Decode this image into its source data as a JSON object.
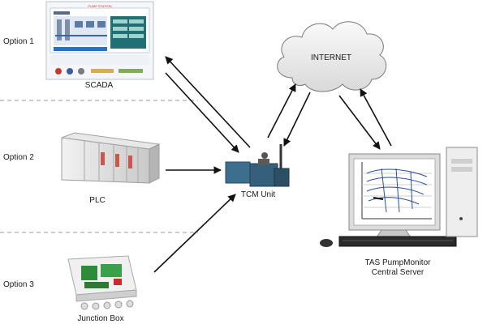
{
  "options": [
    {
      "label": "Option 1",
      "device": "SCADA"
    },
    {
      "label": "Option 2",
      "device": "PLC"
    },
    {
      "label": "Option 3",
      "device": "Junction Box"
    }
  ],
  "tcm": {
    "label": "TCM Unit"
  },
  "internet": {
    "label": "INTERNET"
  },
  "server": {
    "line1": "TAS PumpMonitor",
    "line2": "Central Server"
  },
  "scada_screen": {
    "title": "PUMP STATION"
  },
  "colors": {
    "arrow": "#111111",
    "divider": "#9a9a9a",
    "cloud_fill": "#ededed",
    "chart_line": "#2a4f9e"
  }
}
